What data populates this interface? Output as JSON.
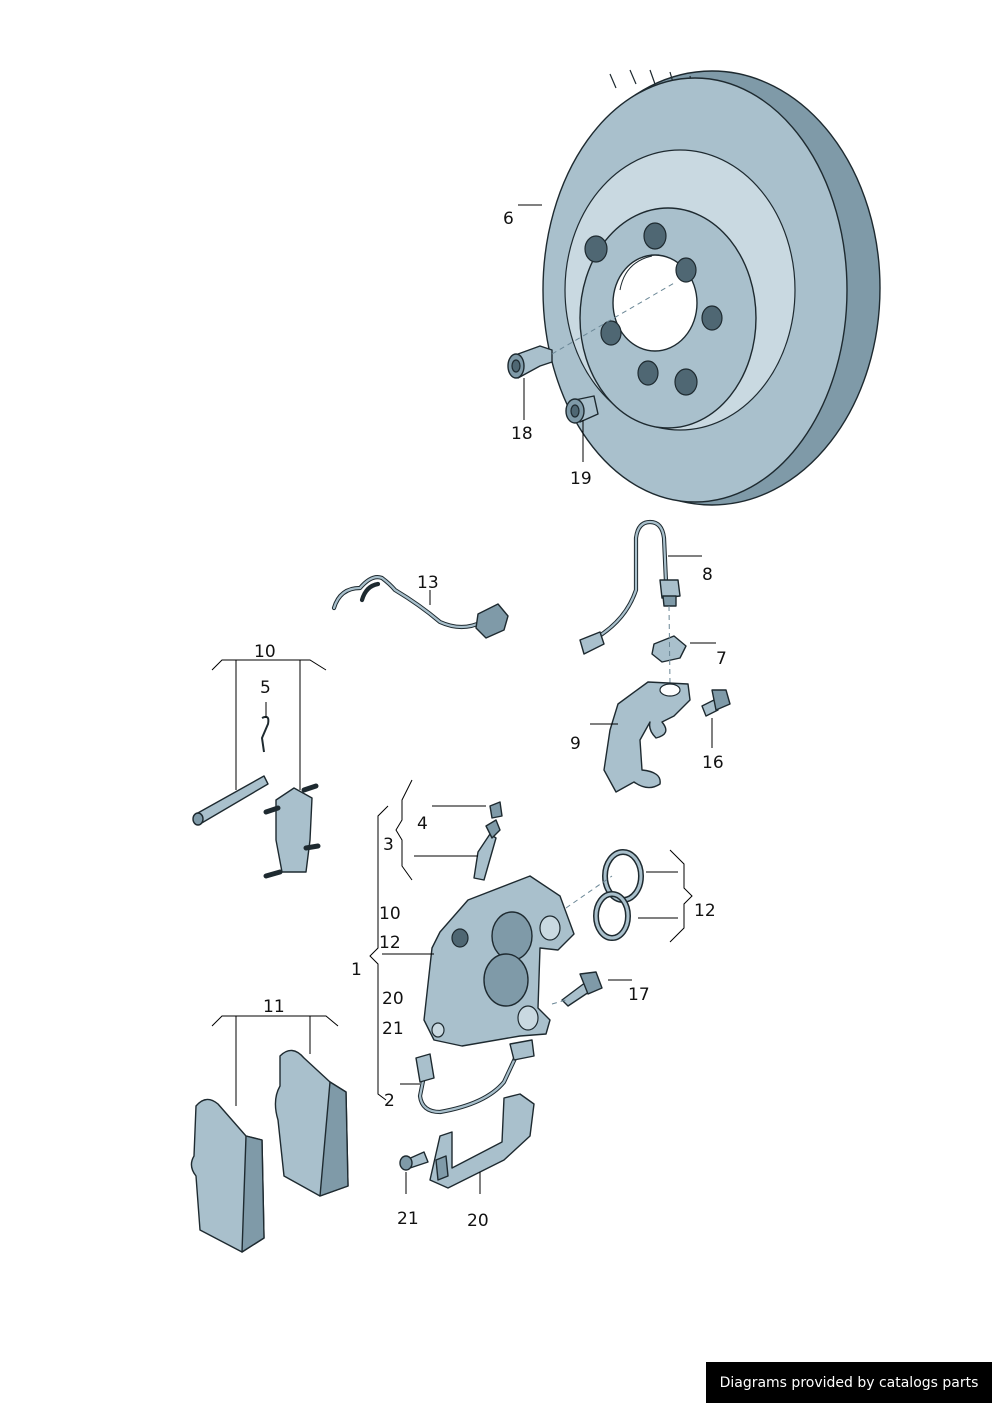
{
  "labels": {
    "l1": "1",
    "l2": "2",
    "l3": "3",
    "l4": "4",
    "l5": "5",
    "l6": "6",
    "l7": "7",
    "l8": "8",
    "l9": "9",
    "l10a": "10",
    "l10b": "10",
    "l11": "11",
    "l12a": "12",
    "l12b": "12",
    "l13": "13",
    "l16": "16",
    "l17": "17",
    "l18": "18",
    "l19": "19",
    "l20a": "20",
    "l20b": "20",
    "l21a": "21",
    "l21b": "21"
  },
  "footer": {
    "text": "Diagrams provided by catalogs parts"
  }
}
